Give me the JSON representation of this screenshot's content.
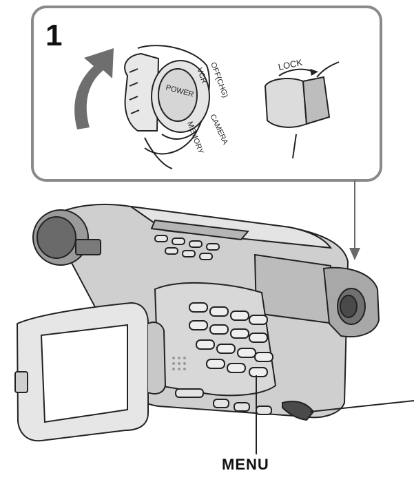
{
  "step_number": "1",
  "dial": {
    "power_label": "POWER",
    "modes": [
      "OFF(CHG)",
      "VCR",
      "CAMERA",
      "MEMORY"
    ]
  },
  "lock": {
    "label": "LOCK"
  },
  "callouts": {
    "menu_label": "MENU"
  },
  "colors": {
    "frame": "#8a8a8a",
    "arrow": "#6a6a6a",
    "line": "#222222"
  }
}
